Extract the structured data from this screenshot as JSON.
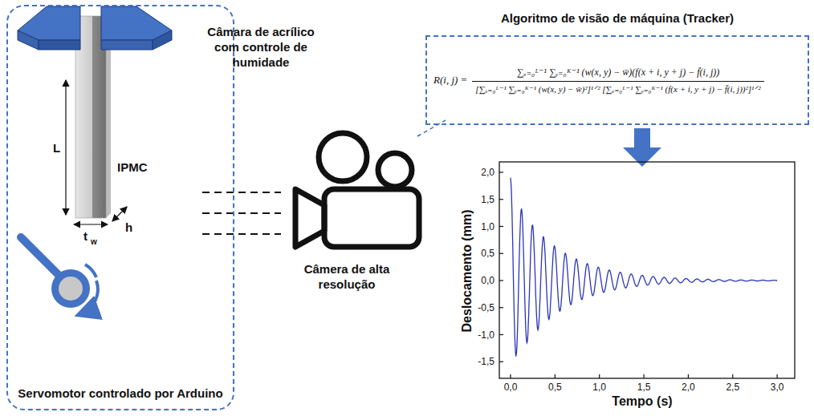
{
  "diagram": {
    "nodes": [
      {
        "text": [
          "Servomotor controlado por Arduino"
        ]
      },
      {
        "text": [
          "Algoritmo de visão de máquina (Tracker)"
        ]
      }
    ],
    "labels": [
      "L",
      "IPMC",
      "t",
      "w",
      "h",
      "Câmara de acrílico com controle de humidade",
      "Câmera de alta resolução",
      "R(i, j) =",
      "∑ₓ₌₀ᴸ⁻¹ ∑ᵧ₌₀ᴷ⁻¹ (w(x, y) − w̄)(f(x + i, y + j) − f̄(i, j))",
      "[∑ₓ₌₀ᴸ⁻¹ ∑ᵧ₌₀ᴷ⁻¹ (w(x, y) − w̄)²]¹ᐟ² [∑ₓ₌₀ᴸ⁻¹ ∑ᵧ₌₀ᴷ⁻¹ (f(x + i, y + j) − f̄(i, j))²]¹ᐟ²",
      "Deslocamento (mm)",
      "Tempo (s)",
      "2,0",
      "1,5",
      "1,0",
      "0,5",
      "0,0",
      "-0,5",
      "-1,0",
      "-1,5",
      "0,0",
      "0,5",
      "1,0",
      "1,5",
      "2,0",
      "2,5",
      "3,0"
    ]
  }
}
